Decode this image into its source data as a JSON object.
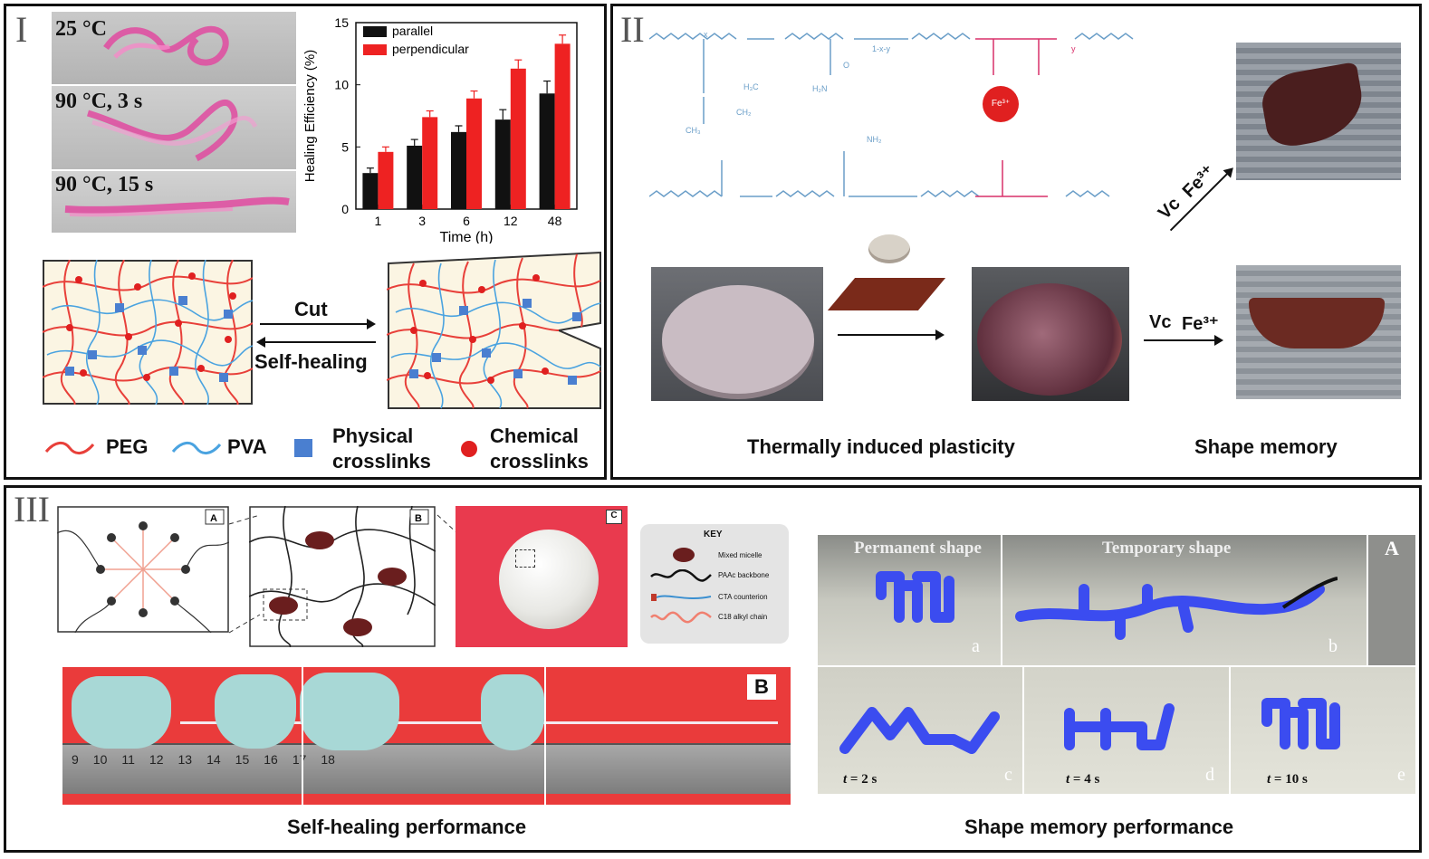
{
  "panel1": {
    "numeral": "I",
    "photos": [
      {
        "label": "25 °C"
      },
      {
        "label": "90 °C, 3 s"
      },
      {
        "label": "90 °C, 15 s"
      }
    ],
    "network": {
      "cut_label": "Cut",
      "heal_label": "Self-healing"
    },
    "legend": {
      "peg": "PEG",
      "pva": "PVA",
      "physical_1": "Physical",
      "physical_2": "crosslinks",
      "chemical_1": "Chemical",
      "chemical_2": "crosslinks",
      "colors": {
        "peg": "#e8403a",
        "pva": "#4aa3e0",
        "physical": "#4a7fd0",
        "chemical": "#e02020"
      }
    }
  },
  "chart_data": {
    "type": "bar",
    "categories": [
      "1",
      "3",
      "6",
      "12",
      "48"
    ],
    "series": [
      {
        "name": "parallel",
        "values": [
          2.9,
          5.1,
          6.2,
          7.2,
          9.3
        ],
        "errors": [
          0.4,
          0.5,
          0.5,
          0.8,
          1.0
        ],
        "color": "#111111"
      },
      {
        "name": "perpendicular",
        "values": [
          4.6,
          7.4,
          8.9,
          11.3,
          13.3
        ],
        "errors": [
          0.4,
          0.5,
          0.6,
          0.7,
          0.7
        ],
        "color": "#ee2222"
      }
    ],
    "xlabel": "Time (h)",
    "ylabel": "Healing Efficiency (%)",
    "ylim": [
      0,
      15
    ],
    "yticks": [
      "0",
      "5",
      "10",
      "15"
    ],
    "legend_position": "top-left",
    "grid": false
  },
  "panel2": {
    "numeral": "II",
    "ion_label": "Fe³⁺",
    "chem_labels": [
      "x",
      "1-x-y",
      "y",
      "NH₂",
      "H₂N",
      "O",
      "CH₂",
      "CH₃",
      "H₃C"
    ],
    "vc_label": "Vc",
    "fe_label": "Fe³⁺",
    "caption_left": "Thermally induced plasticity",
    "caption_right": "Shape memory"
  },
  "panel3": {
    "numeral": "III",
    "tags": {
      "a": "A",
      "b": "B",
      "c": "C",
      "big_b": "B",
      "big_a": "A"
    },
    "key": {
      "title": "KEY",
      "items": [
        "Mixed micelle",
        "PAAc backbone",
        "CTA counterion",
        "C18 alkyl chain"
      ]
    },
    "ruler_numbers": [
      "9",
      "10",
      "11",
      "12",
      "13",
      "14",
      "15",
      "16",
      "17",
      "18"
    ],
    "caption_left": "Self-healing performance",
    "shape_memory": {
      "permanent": "Permanent shape",
      "temporary": "Temporary shape",
      "sub_a": "a",
      "sub_b": "b",
      "sub_c": "c",
      "sub_d": "d",
      "sub_e": "e",
      "t_italic": "t",
      "t1": " = 2 s",
      "t2": " = 4 s",
      "t3": " = 10 s"
    },
    "caption_right": "Shape memory performance"
  }
}
